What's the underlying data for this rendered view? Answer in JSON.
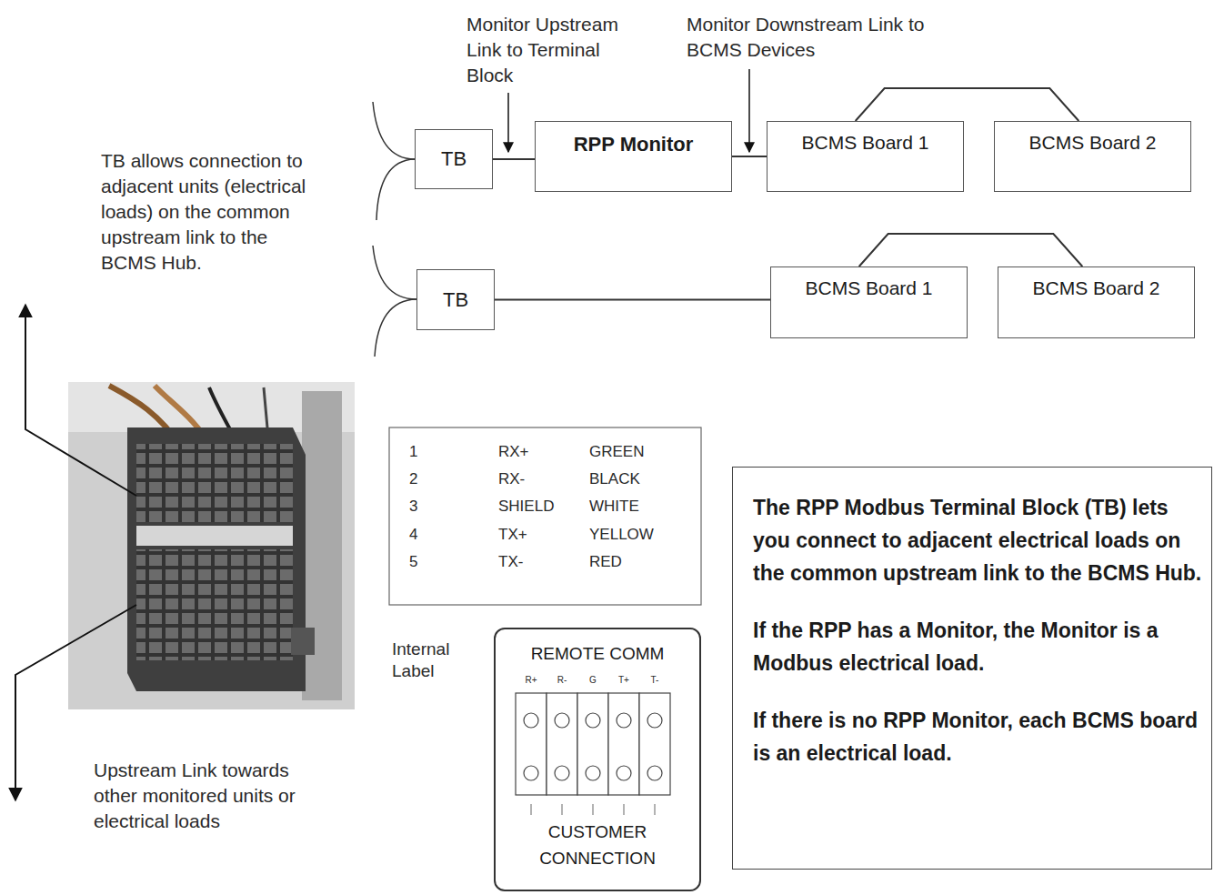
{
  "diagram": {
    "nodes": [
      {
        "text": [
          "TB"
        ]
      },
      {
        "text": [
          "RPP Monitor"
        ]
      },
      {
        "text": [
          "BCMS Board 1"
        ]
      },
      {
        "text": [
          "BCMS Board 2"
        ]
      },
      {
        "text": [
          "TB"
        ]
      },
      {
        "text": [
          "BCMS Board 1"
        ]
      },
      {
        "text": [
          "BCMS Board 2"
        ]
      },
      {
        "text": [
          "REMOTE COMM",
          "CUSTOMER CONNECTION"
        ]
      },
      {
        "text": [
          "The RPP Modbus Terminal Block (TB) lets you connect to adjacent electrical loads on the common upstream link to the BCMS Hub.",
          "If the RPP has a Monitor, the Monitor is a Modbus electrical load.",
          "If there is no RPP Monitor, each BCMS board is an electrical load."
        ]
      }
    ],
    "edges": [
      {
        "from": 0,
        "to": 1,
        "arrow": "none"
      },
      {
        "from": 1,
        "to": 2,
        "arrow": "none"
      },
      {
        "from": 2,
        "to": 3,
        "arrow": "none"
      },
      {
        "from": 4,
        "to": 5,
        "arrow": "none"
      },
      {
        "from": 5,
        "to": 6,
        "arrow": "none"
      }
    ],
    "labels": [
      "Monitor Upstream Link to Terminal Block",
      "Monitor Downstream Link to BCMS Devices",
      "TB allows connection to adjacent units (electrical loads) on the common upstream link to the BCMS Hub.",
      "Upstream Link towards other monitored units or electrical loads",
      "1",
      "RX+",
      "GREEN",
      "2",
      "RX-",
      "BLACK",
      "3",
      "SHIELD",
      "WHITE",
      "4",
      "TX+",
      "YELLOW",
      "5",
      "TX-",
      "RED",
      "Internal Label",
      "R+",
      "R-",
      "G",
      "T+",
      "T-"
    ]
  }
}
